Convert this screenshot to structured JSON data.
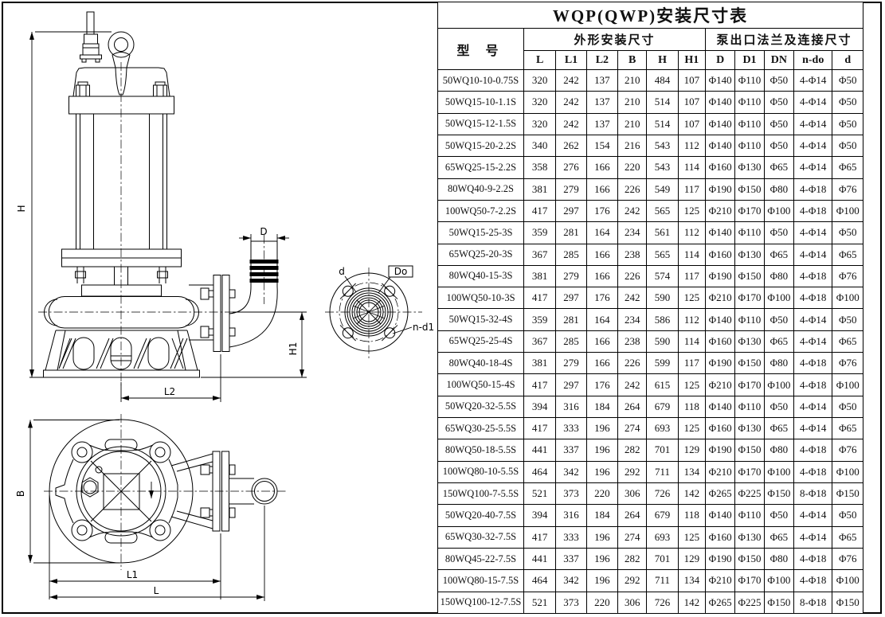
{
  "table": {
    "title": "WQP(QWP)安装尺寸表",
    "model_header": "型  号",
    "group_outline": "外形安装尺寸",
    "group_flange": "泵出口法兰及连接尺寸",
    "columns": [
      "L",
      "L1",
      "L2",
      "B",
      "H",
      "H1",
      "D",
      "D1",
      "DN",
      "n-do",
      "d"
    ],
    "rows": [
      [
        "50WQ10-10-0.75S",
        "320",
        "242",
        "137",
        "210",
        "484",
        "107",
        "Φ140",
        "Φ110",
        "Φ50",
        "4-Φ14",
        "Φ50"
      ],
      [
        "50WQ15-10-1.1S",
        "320",
        "242",
        "137",
        "210",
        "514",
        "107",
        "Φ140",
        "Φ110",
        "Φ50",
        "4-Φ14",
        "Φ50"
      ],
      [
        "50WQ15-12-1.5S",
        "320",
        "242",
        "137",
        "210",
        "514",
        "107",
        "Φ140",
        "Φ110",
        "Φ50",
        "4-Φ14",
        "Φ50"
      ],
      [
        "50WQ15-20-2.2S",
        "340",
        "262",
        "154",
        "216",
        "543",
        "112",
        "Φ140",
        "Φ110",
        "Φ50",
        "4-Φ14",
        "Φ50"
      ],
      [
        "65WQ25-15-2.2S",
        "358",
        "276",
        "166",
        "220",
        "543",
        "114",
        "Φ160",
        "Φ130",
        "Φ65",
        "4-Φ14",
        "Φ65"
      ],
      [
        "80WQ40-9-2.2S",
        "381",
        "279",
        "166",
        "226",
        "549",
        "117",
        "Φ190",
        "Φ150",
        "Φ80",
        "4-Φ18",
        "Φ76"
      ],
      [
        "100WQ50-7-2.2S",
        "417",
        "297",
        "176",
        "242",
        "565",
        "125",
        "Φ210",
        "Φ170",
        "Φ100",
        "4-Φ18",
        "Φ100"
      ],
      [
        "50WQ15-25-3S",
        "359",
        "281",
        "164",
        "234",
        "561",
        "112",
        "Φ140",
        "Φ110",
        "Φ50",
        "4-Φ14",
        "Φ50"
      ],
      [
        "65WQ25-20-3S",
        "367",
        "285",
        "166",
        "238",
        "565",
        "114",
        "Φ160",
        "Φ130",
        "Φ65",
        "4-Φ14",
        "Φ65"
      ],
      [
        "80WQ40-15-3S",
        "381",
        "279",
        "166",
        "226",
        "574",
        "117",
        "Φ190",
        "Φ150",
        "Φ80",
        "4-Φ18",
        "Φ76"
      ],
      [
        "100WQ50-10-3S",
        "417",
        "297",
        "176",
        "242",
        "590",
        "125",
        "Φ210",
        "Φ170",
        "Φ100",
        "4-Φ18",
        "Φ100"
      ],
      [
        "50WQ15-32-4S",
        "359",
        "281",
        "164",
        "234",
        "586",
        "112",
        "Φ140",
        "Φ110",
        "Φ50",
        "4-Φ14",
        "Φ50"
      ],
      [
        "65WQ25-25-4S",
        "367",
        "285",
        "166",
        "238",
        "590",
        "114",
        "Φ160",
        "Φ130",
        "Φ65",
        "4-Φ14",
        "Φ65"
      ],
      [
        "80WQ40-18-4S",
        "381",
        "279",
        "166",
        "226",
        "599",
        "117",
        "Φ190",
        "Φ150",
        "Φ80",
        "4-Φ18",
        "Φ76"
      ],
      [
        "100WQ50-15-4S",
        "417",
        "297",
        "176",
        "242",
        "615",
        "125",
        "Φ210",
        "Φ170",
        "Φ100",
        "4-Φ18",
        "Φ100"
      ],
      [
        "50WQ20-32-5.5S",
        "394",
        "316",
        "184",
        "264",
        "679",
        "118",
        "Φ140",
        "Φ110",
        "Φ50",
        "4-Φ14",
        "Φ50"
      ],
      [
        "65WQ30-25-5.5S",
        "417",
        "333",
        "196",
        "274",
        "693",
        "125",
        "Φ160",
        "Φ130",
        "Φ65",
        "4-Φ14",
        "Φ65"
      ],
      [
        "80WQ50-18-5.5S",
        "441",
        "337",
        "196",
        "282",
        "701",
        "129",
        "Φ190",
        "Φ150",
        "Φ80",
        "4-Φ18",
        "Φ76"
      ],
      [
        "100WQ80-10-5.5S",
        "464",
        "342",
        "196",
        "292",
        "711",
        "134",
        "Φ210",
        "Φ170",
        "Φ100",
        "4-Φ18",
        "Φ100"
      ],
      [
        "150WQ100-7-5.5S",
        "521",
        "373",
        "220",
        "306",
        "726",
        "142",
        "Φ265",
        "Φ225",
        "Φ150",
        "8-Φ18",
        "Φ150"
      ],
      [
        "50WQ20-40-7.5S",
        "394",
        "316",
        "184",
        "264",
        "679",
        "118",
        "Φ140",
        "Φ110",
        "Φ50",
        "4-Φ14",
        "Φ50"
      ],
      [
        "65WQ30-32-7.5S",
        "417",
        "333",
        "196",
        "274",
        "693",
        "125",
        "Φ160",
        "Φ130",
        "Φ65",
        "4-Φ14",
        "Φ65"
      ],
      [
        "80WQ45-22-7.5S",
        "441",
        "337",
        "196",
        "282",
        "701",
        "129",
        "Φ190",
        "Φ150",
        "Φ80",
        "4-Φ18",
        "Φ76"
      ],
      [
        "100WQ80-15-7.5S",
        "464",
        "342",
        "196",
        "292",
        "711",
        "134",
        "Φ210",
        "Φ170",
        "Φ100",
        "4-Φ18",
        "Φ100"
      ],
      [
        "150WQ100-12-7.5S",
        "521",
        "373",
        "220",
        "306",
        "726",
        "142",
        "Φ265",
        "Φ225",
        "Φ150",
        "8-Φ18",
        "Φ150"
      ]
    ]
  },
  "drawing": {
    "front": {
      "dim_h": "H",
      "dim_d": "D",
      "dim_l2": "L2",
      "dim_h1": "H1"
    },
    "flange": {
      "label_d": "d",
      "label_do": "Do",
      "label_nd1": "n-d1"
    },
    "top": {
      "dim_b": "B",
      "dim_l1": "L1",
      "dim_l": "L"
    }
  }
}
